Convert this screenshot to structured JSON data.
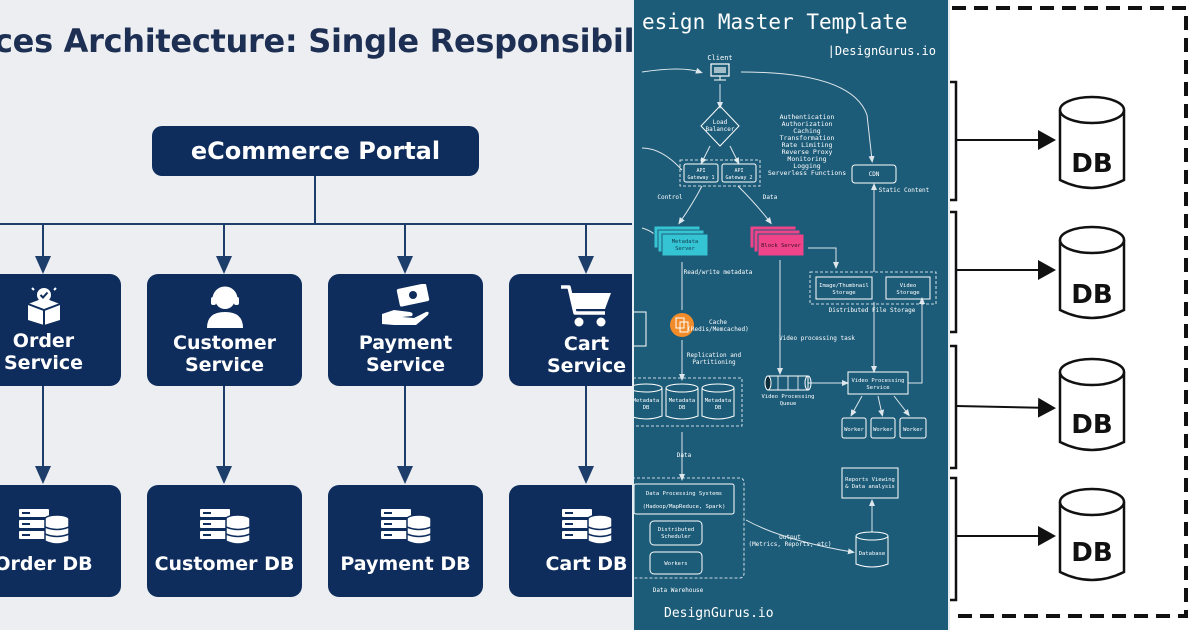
{
  "panel1": {
    "title": "ces Architecture: Single Responsibili",
    "portal": "eCommerce Portal",
    "services": [
      {
        "line1": "Order",
        "line2": "Service",
        "icon": "box-check-icon"
      },
      {
        "line1": "Customer",
        "line2": "Service",
        "icon": "headset-agent-icon"
      },
      {
        "line1": "Payment",
        "line2": "Service",
        "icon": "hand-money-icon"
      },
      {
        "line1": "Cart",
        "line2": "Service",
        "icon": "shopping-cart-icon"
      }
    ],
    "databases": [
      "Order DB",
      "Customer DB",
      "Payment DB",
      "Cart DB"
    ],
    "colors": {
      "box": "#0e2d5c",
      "background": "#eceef2",
      "line": "#1d3d6b"
    }
  },
  "panel2": {
    "title": "esign Master Template",
    "brand": "|DesignGurus.io",
    "footer": "DesignGurus.io",
    "labels": {
      "client": "Client",
      "load_balancer_1": "Load",
      "load_balancer_2": "Balancer",
      "gw1_1": "API",
      "gw1_2": "Gateway 1",
      "gw2_1": "API",
      "gw2_2": "Gateway 2",
      "features": [
        "Authentication",
        "Authorization",
        "Caching",
        "Transformation",
        "Rate Limiting",
        "Reverse Proxy",
        "Monitoring",
        "Logging",
        "Serverless Functions"
      ],
      "cdn": "CDN",
      "static_content": "Static Content",
      "control": "Control",
      "data_top": "Data",
      "metadata_server_1": "Metadata",
      "metadata_server_2": "Server",
      "block_server": "Block Server",
      "read_write": "Read/write metadata",
      "image_storage_1": "Image/Thumbnail",
      "image_storage_2": "Storage",
      "video_storage_1": "Video",
      "video_storage_2": "Storage",
      "dist_storage": "Distributed File Storage",
      "cache_1": "Cache",
      "cache_2": "(Redis/Memcached)",
      "video_task": "Video processing task",
      "replication_1": "Replication and",
      "replication_2": "Partitioning",
      "metadata_db_1": "Metadata",
      "metadata_db_2": "DB",
      "queue_1": "Video Processing",
      "queue_2": "Queue",
      "vps_1": "Video Processing",
      "vps_2": "Service",
      "worker": "Worker",
      "data_mid": "Data",
      "reports_1": "Reports Viewing",
      "reports_2": "& Data analysis",
      "dps_1": "Data Processing Systems",
      "dps_2": "(Hadoop/MapReduce, Spark)",
      "scheduler_1": "Distributed",
      "scheduler_2": "Scheduler",
      "workers": "Workers",
      "output_1": "Output",
      "output_2": "(Metrics, Reports, etc)",
      "database": "Database",
      "warehouse": "Data Warehouse"
    },
    "colors": {
      "background": "#1d5c79",
      "metadata": "#35c4d4",
      "block": "#f0448a",
      "cache": "#f28c2a"
    }
  },
  "panel3": {
    "databases": [
      "DB",
      "DB",
      "DB",
      "DB"
    ]
  }
}
